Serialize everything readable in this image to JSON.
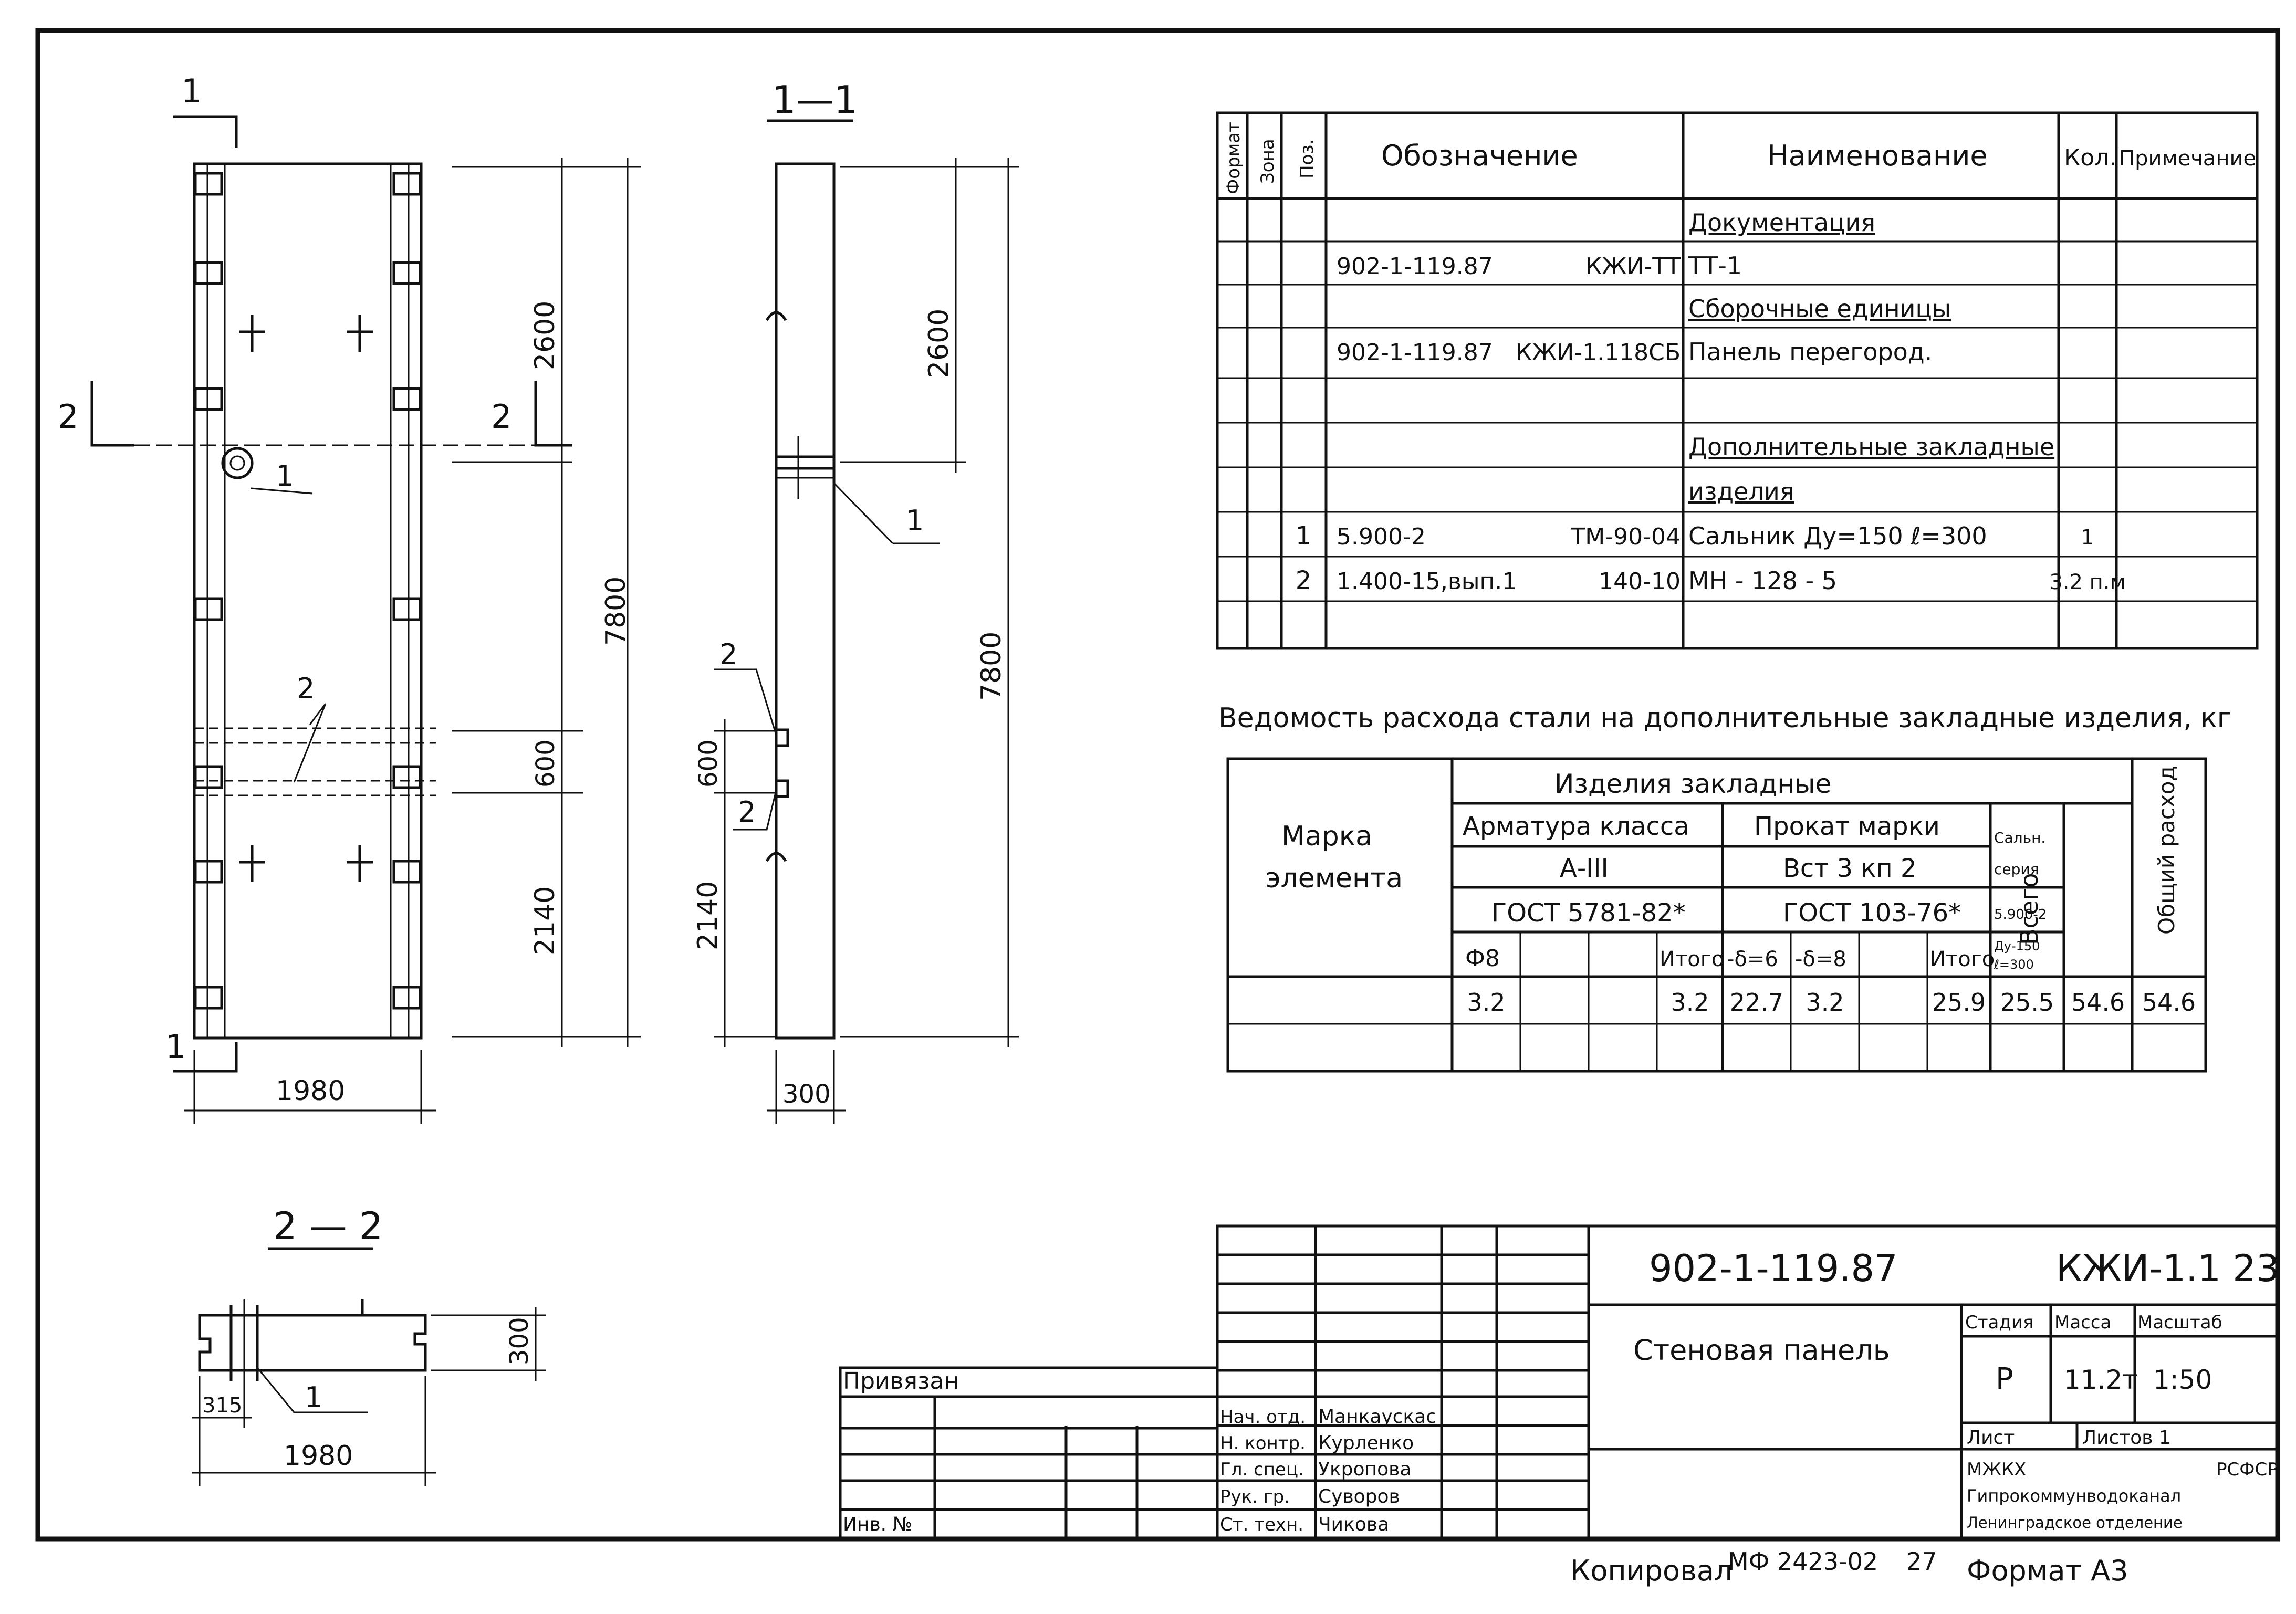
{
  "views": {
    "front": {
      "cut_mark_top": "1",
      "cut_mark_bottom": "1",
      "cut_mark_left": "2",
      "cut_mark_right": "2",
      "callout_1": "1",
      "callout_2": "2",
      "dim_total_height": "7800",
      "dim_top": "2600",
      "dim_mid": "600",
      "dim_bottom": "2140",
      "dim_width": "1980"
    },
    "section_1_1": {
      "title": "1—1",
      "callout_1": "1",
      "callout_2a": "2",
      "callout_2b": "2",
      "dim_total_height": "7800",
      "dim_top": "2600",
      "dim_mid": "600",
      "dim_bottom": "2140",
      "dim_width": "300"
    },
    "section_2_2": {
      "title": "2 — 2",
      "callout_1": "1",
      "dim_thickness": "300",
      "dim_offset": "315",
      "dim_width": "1980"
    }
  },
  "spec_table": {
    "headers": {
      "format": "Формат",
      "zone": "Зона",
      "pos": "Поз.",
      "designation": "Обозначение",
      "name": "Наименование",
      "qty": "Кол.",
      "note": "Примечание"
    },
    "rows": [
      {
        "pos": "",
        "designation": "",
        "code": "",
        "name": "Документация",
        "underline": true,
        "qty": ""
      },
      {
        "pos": "",
        "designation": "902-1-119.87",
        "code": "КЖИ-ТТ",
        "name": "ТТ-1",
        "underline": false,
        "qty": ""
      },
      {
        "pos": "",
        "designation": "",
        "code": "",
        "name": "Сборочные единицы",
        "underline": true,
        "qty": ""
      },
      {
        "pos": "",
        "designation": "902-1-119.87",
        "code": "КЖИ-1.118СБ",
        "name": "Панель перегород.",
        "underline": false,
        "qty": ""
      },
      {
        "pos": "",
        "designation": "",
        "code": "",
        "name": "",
        "underline": false,
        "qty": ""
      },
      {
        "pos": "",
        "designation": "",
        "code": "",
        "name": "Дополнительные закладные",
        "underline": true,
        "qty": ""
      },
      {
        "pos": "",
        "designation": "",
        "code": "",
        "name": "изделия",
        "underline": true,
        "qty": ""
      },
      {
        "pos": "1",
        "designation": "5.900-2",
        "code": "ТМ-90-04",
        "name": "Сальник Ду=150   ℓ=300",
        "underline": false,
        "qty": "1"
      },
      {
        "pos": "2",
        "designation": "1.400-15,вып.1",
        "code": "140-10",
        "name": "МН - 128 - 5",
        "underline": false,
        "qty": "3.2 п.м"
      },
      {
        "pos": "",
        "designation": "",
        "code": "",
        "name": "",
        "underline": false,
        "qty": ""
      }
    ]
  },
  "steel_table": {
    "title": "Ведомость расхода стали на дополнительные закладные изделия, кг",
    "mark_label_1": "Марка",
    "mark_label_2": "элемента",
    "group": "Изделия закладные",
    "rebar_class": "Арматура класса",
    "rebar_grade": "А-III",
    "rebar_gost": "ГОСТ 5781-82*",
    "rolled_mark": "Прокат марки",
    "rolled_grade": "Вст 3 кп 2",
    "rolled_gost": "ГОСТ 103-76*",
    "gland_1": "Сальн.",
    "gland_2": "серия",
    "gland_3": "5.900-2",
    "gland_4": "Ду-150",
    "gland_5": "ℓ=300",
    "total": "Всего",
    "overall": "Общий расход",
    "sub_phi8": "Ф8",
    "sub_itogo1": "Итого",
    "sub_d6": "-δ=6",
    "sub_d8": "-δ=8",
    "sub_itogo2": "Итого",
    "values": [
      "3.2",
      "",
      "",
      "3.2",
      "22.7",
      "3.2",
      "",
      "25.9",
      "25.5",
      "54.6",
      "54.6"
    ]
  },
  "title_block": {
    "doc_code": "902-1-119.87",
    "sheet_code": "КЖИ-1.1 23",
    "title": "Стеновая панель",
    "stage_label": "Стадия",
    "mass_label": "Масса",
    "scale_label": "Масштаб",
    "stage": "Р",
    "mass": "11.2т",
    "scale": "1:50",
    "sheet_label": "Лист",
    "sheets_label": "Листов 1",
    "org_1": "МЖКХ",
    "org_1b": "РСФСР",
    "org_2": "Гипрокоммунводоканал",
    "org_3": "Ленинградское отделение",
    "signers": [
      {
        "role": "Нач. отд.",
        "name": "Манкаускас"
      },
      {
        "role": "Н. контр.",
        "name": "Курленко"
      },
      {
        "role": "Гл. спец.",
        "name": "Укропова"
      },
      {
        "role": "Рук. гр.",
        "name": "Суворов"
      },
      {
        "role": "Ст. техн.",
        "name": "Чикова"
      }
    ],
    "bound_label": "Привязан",
    "inv_label": "Инв. №"
  },
  "footer": {
    "copied": "Копировал",
    "order": "МФ 2423-02",
    "num": "27",
    "format": "Формат  А3"
  }
}
